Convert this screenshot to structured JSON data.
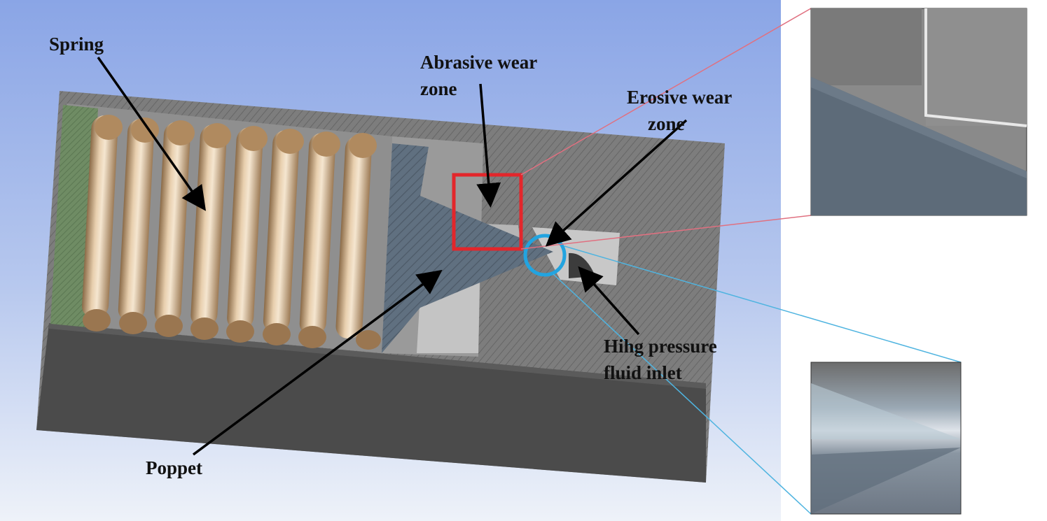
{
  "labels": {
    "spring": "Spring",
    "abrasive_line1": "Abrasive wear",
    "abrasive_line2": "zone",
    "erosive_line1": "Erosive wear",
    "erosive_line2": "zone",
    "inlet_line1": "Hihg pressure",
    "inlet_line2": "fluid inlet",
    "poppet": "Poppet"
  },
  "colors": {
    "background_top": "#8fa8e6",
    "background_bottom": "#e8eef8",
    "housing": "#7a7a7a",
    "housing_dark": "#4a4a4a",
    "spring_coil": "#c9a47c",
    "end_plate": "#6f8c64",
    "poppet": "#5e6e80",
    "abrasive_marker": "#e3262b",
    "erosive_marker": "#22a4e0",
    "arrow": "#000000"
  },
  "icons": {
    "arrow": "black-arrow",
    "abrasive_marker": "red-square",
    "erosive_marker": "blue-circle"
  }
}
